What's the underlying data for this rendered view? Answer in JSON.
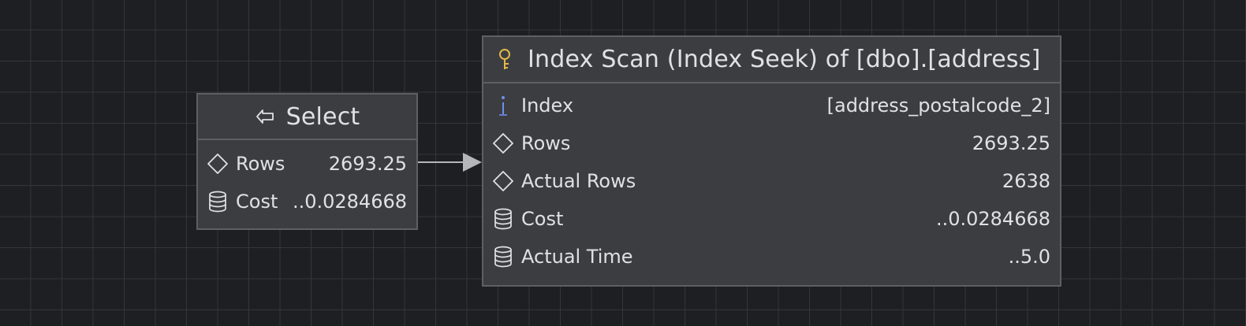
{
  "select_node": {
    "title": "Select",
    "title_icon": "arrow-left-icon",
    "rows": [
      {
        "icon": "diamond-icon",
        "label": "Rows",
        "value": "2693.25"
      },
      {
        "icon": "database-icon",
        "label": "Cost",
        "value": "..0.0284668"
      }
    ]
  },
  "scan_node": {
    "title": "Index Scan (Index Seek) of [dbo].[address]",
    "title_icon": "key-icon",
    "rows": [
      {
        "icon": "info-icon",
        "label": "Index",
        "value": "[address_postalcode_2]"
      },
      {
        "icon": "diamond-icon",
        "label": "Rows",
        "value": "2693.25"
      },
      {
        "icon": "diamond-icon",
        "label": "Actual Rows",
        "value": "2638"
      },
      {
        "icon": "database-icon",
        "label": "Cost",
        "value": "..0.0284668"
      },
      {
        "icon": "database-icon",
        "label": "Actual Time",
        "value": "..5.0"
      }
    ]
  },
  "colors": {
    "background": "#1e1f22",
    "grid": "#34363a",
    "node_fill": "#3c3d40",
    "node_border": "#5d5f63",
    "text": "#dfe1e5",
    "key_icon": "#e0b94a",
    "info_icon": "#6f8fef",
    "connector": "#b4b6ba"
  }
}
